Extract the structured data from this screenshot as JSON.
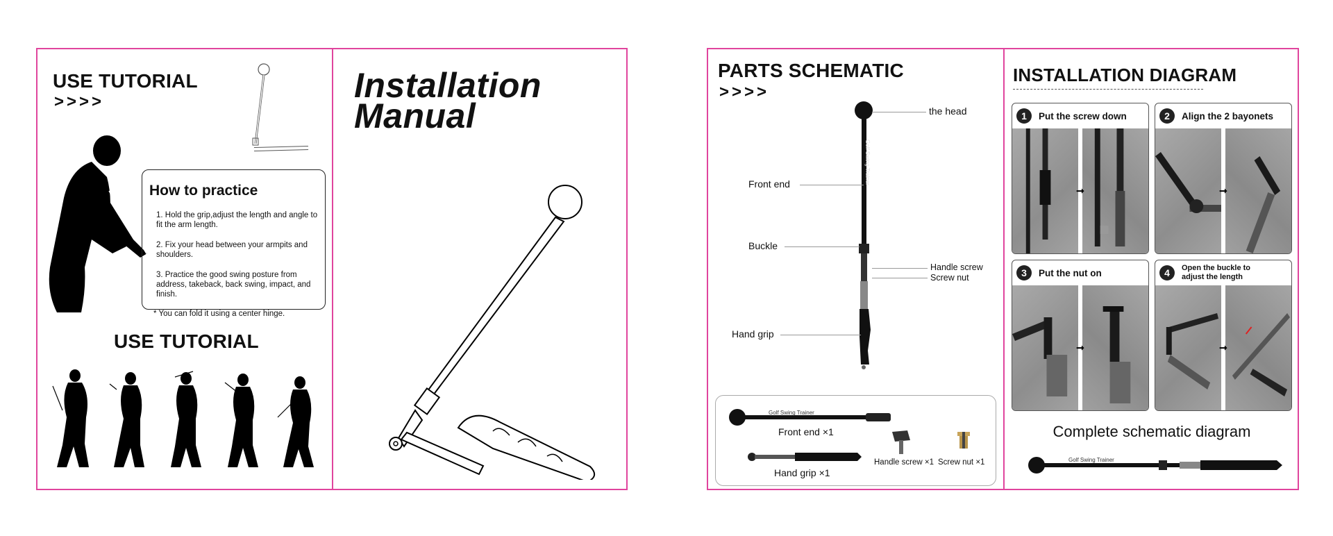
{
  "left_sheet": {
    "use_tutorial_heading": "USE TUTORIAL",
    "chevrons": ">>>>",
    "how_to_practice": {
      "title": "How to practice",
      "steps": [
        "1. Hold the grip,adjust the length and angle to fit the arm length.",
        "2. Fix your head between your armpits and shoulders.",
        "3. Practice the good swing posture from address, takeback, back swing, impact, and finish."
      ],
      "note": "* You can fold it using a center hinge."
    },
    "use_tutorial_heading_2": "USE TUTORIAL",
    "installation_title_line1": "Installation",
    "installation_title_line2": "Manual"
  },
  "right_sheet": {
    "parts_heading": "PARTS SCHEMATIC",
    "chevrons": ">>>>",
    "labels": {
      "head": "the head",
      "front_end": "Front end",
      "buckle": "Buckle",
      "handle_screw": "Handle screw",
      "screw_nut": "Screw nut",
      "hand_grip": "Hand grip"
    },
    "shaft_text": "Golf Swing Trainer",
    "parts_box": {
      "front_end": "Front end ×1",
      "hand_grip": "Hand grip ×1",
      "handle_screw": "Handle screw ×1",
      "screw_nut": "Screw nut ×1"
    },
    "installation_heading": "INSTALLATION DIAGRAM",
    "steps": [
      {
        "num": "1",
        "label": "Put the screw down"
      },
      {
        "num": "2",
        "label": "Align the 2 bayonets"
      },
      {
        "num": "3",
        "label": "Put the nut on"
      },
      {
        "num": "4",
        "label": "Open the buckle to adjust the length"
      }
    ],
    "complete_heading": "Complete schematic diagram"
  },
  "colors": {
    "frame": "#e0449d",
    "ink": "#111111"
  }
}
